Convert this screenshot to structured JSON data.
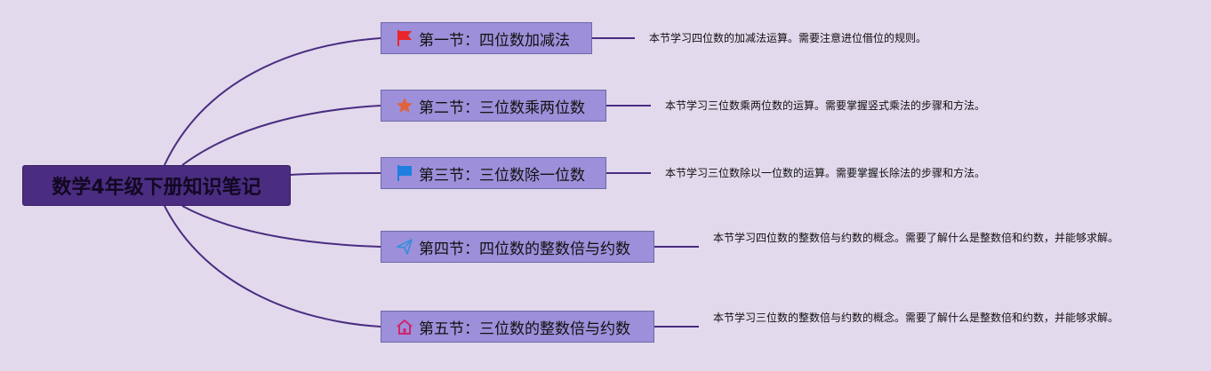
{
  "root": {
    "title": "数学4年级下册知识笔记"
  },
  "sections": [
    {
      "title": "第一节：四位数加减法",
      "icon": "red-flag-icon",
      "icon_color": "#e8262b",
      "description": "本节学习四位数的加减法运算。需要注意进位借位的规则。"
    },
    {
      "title": "第二节：三位数乘两位数",
      "icon": "orange-star-icon",
      "icon_color": "#e0623a",
      "description": "本节学习三位数乘两位数的运算。需要掌握竖式乘法的步骤和方法。"
    },
    {
      "title": "第三节：三位数除一位数",
      "icon": "blue-flag-icon",
      "icon_color": "#1e7fe0",
      "description": "本节学习三位数除以一位数的运算。需要掌握长除法的步骤和方法。"
    },
    {
      "title": "第四节：四位数的整数倍与约数",
      "icon": "paper-plane-icon",
      "icon_color": "#3a8fd8",
      "description": "本节学习四位数的整数倍与约数的概念。需要了解什么是整数倍和约数，并能够求解。"
    },
    {
      "title": "第五节：三位数的整数倍与约数",
      "icon": "house-icon",
      "icon_color": "#d0266d",
      "description": "本节学习三位数的整数倍与约数的概念。需要了解什么是整数倍和约数，并能够求解。"
    }
  ],
  "colors": {
    "background": "#e2d9ec",
    "connector": "#4a2c80",
    "root_fill": "#4a2c80",
    "node_fill": "#9d8fd9"
  }
}
